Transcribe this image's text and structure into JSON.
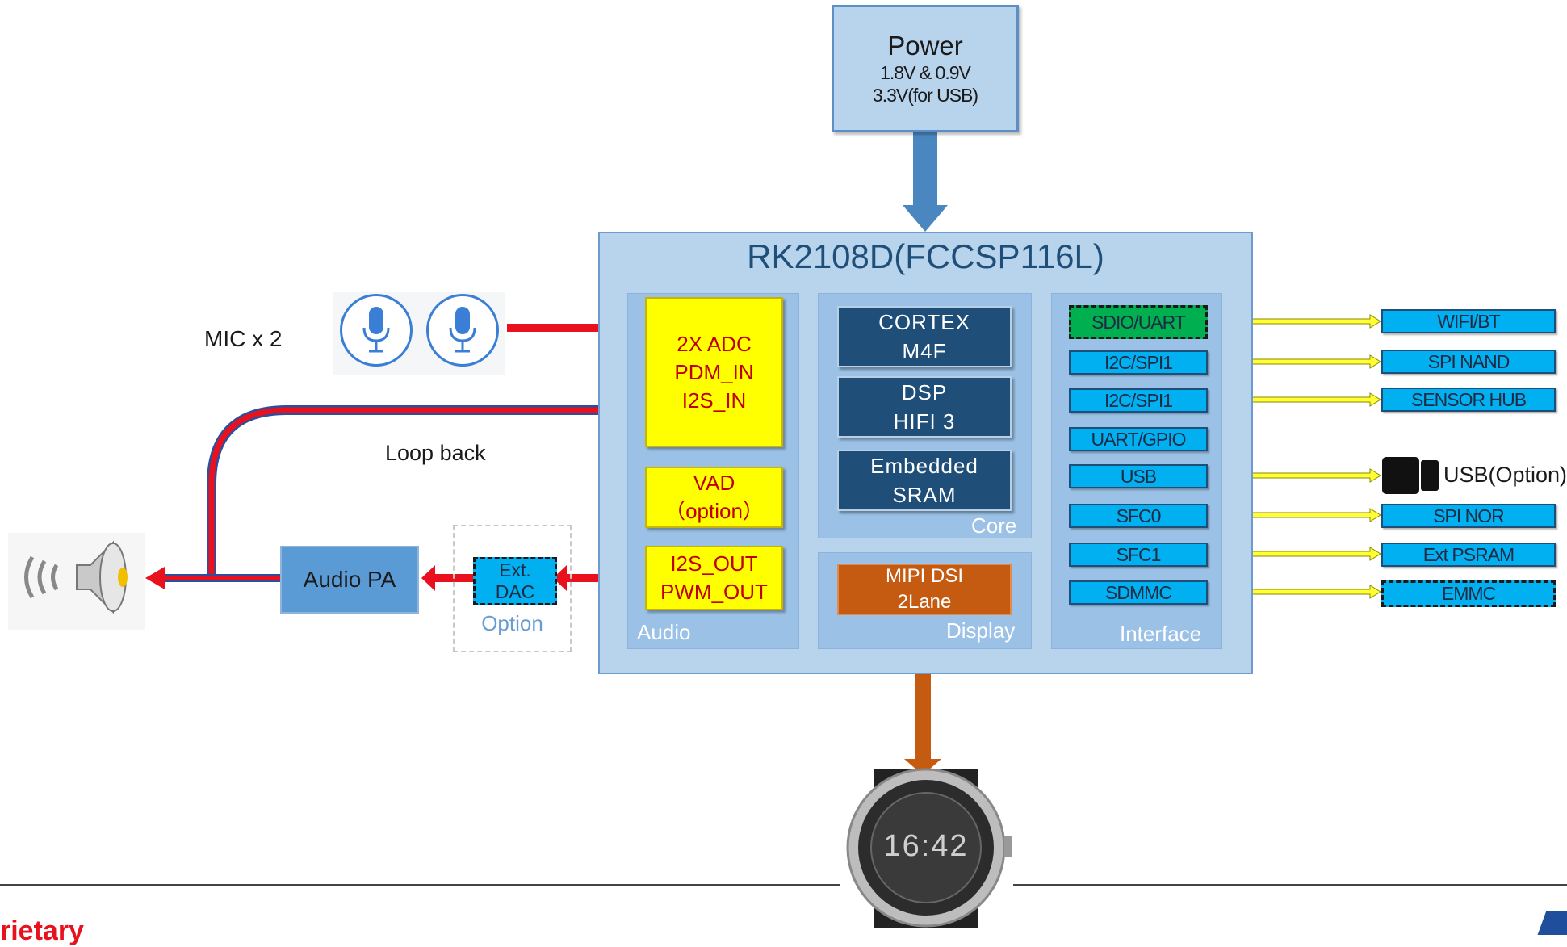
{
  "power": {
    "title": "Power",
    "line1": "1.8V & 0.9V",
    "line2": "3.3V(for USB)"
  },
  "chip": {
    "title": "RK2108D(FCCSP116L)"
  },
  "audio": {
    "label": "Audio",
    "adc_line1": "2X ADC",
    "adc_line2": "PDM_IN",
    "adc_line3": "I2S_IN",
    "vad_line1": "VAD",
    "vad_line2": "（option）",
    "out_line1": "I2S_OUT",
    "out_line2": "PWM_OUT"
  },
  "core": {
    "label": "Core",
    "cortex_line1": "CORTEX",
    "cortex_line2": "M4F",
    "dsp_line1": "DSP",
    "dsp_line2": "HIFI 3",
    "sram_line1": "Embedded",
    "sram_line2": "SRAM"
  },
  "display": {
    "label": "Display",
    "mipi_line1": "MIPI DSI",
    "mipi_line2": "2Lane"
  },
  "interface": {
    "label": "Interface",
    "ports": [
      "SDIO/UART",
      "I2C/SPI1",
      "I2C/SPI1",
      "UART/GPIO",
      "USB",
      "SFC0",
      "SFC1",
      "SDMMC"
    ]
  },
  "peripherals": [
    "WIFI/BT",
    "SPI NAND",
    "SENSOR HUB",
    "USB(Option)",
    "SPI NOR",
    "Ext PSRAM",
    "EMMC"
  ],
  "left": {
    "mic_label": "MIC x 2",
    "loop_back": "Loop back",
    "audio_pa": "Audio PA",
    "ext_dac_line1": "Ext.",
    "ext_dac_line2": "DAC",
    "option": "Option"
  },
  "watch": {
    "time": "16:42"
  },
  "footer": {
    "text": "rietary"
  },
  "colors": {
    "chip_bg": "#b8d3ec",
    "panel_bg": "#9bc2e6",
    "navy": "#1f4e79",
    "yellow": "#ffff00",
    "cyan": "#00b0f0",
    "red_arrow": "#e8111d",
    "yellow_arrow": "#ffff33",
    "orange": "#c55a11"
  }
}
